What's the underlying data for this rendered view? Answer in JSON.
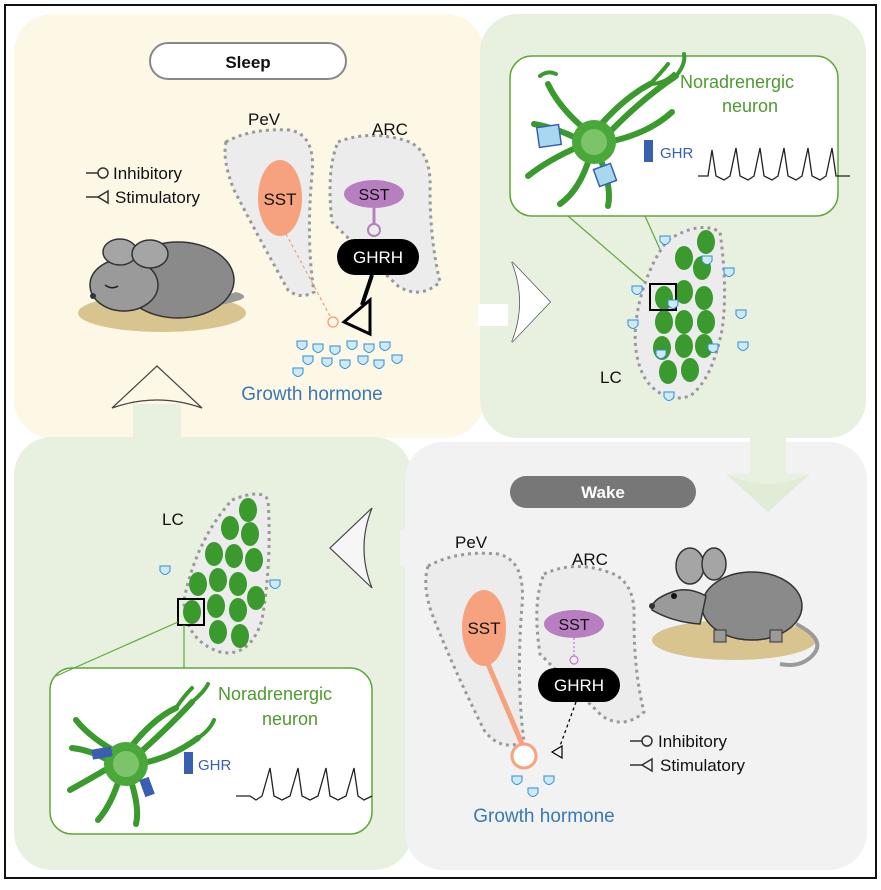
{
  "sleep_panel": {
    "pill_label": "Sleep",
    "pev_label": "PeV",
    "arc_label": "ARC",
    "sst_left": "SST",
    "sst_right": "SST",
    "ghrh": "GHRH",
    "legend_inhibitory": "Inhibitory",
    "legend_stimulatory": "Stimulatory",
    "growth_hormone": "Growth hormone"
  },
  "lc_top_panel": {
    "neuron_title_line1": "Noradrenergic",
    "neuron_title_line2": "neuron",
    "ghr": "GHR",
    "lc_label": "LC"
  },
  "wake_panel": {
    "pill_label": "Wake",
    "pev_label": "PeV",
    "arc_label": "ARC",
    "sst_left": "SST",
    "sst_right": "SST",
    "ghrh": "GHRH",
    "legend_inhibitory": "Inhibitory",
    "legend_stimulatory": "Stimulatory",
    "growth_hormone": "Growth hormone"
  },
  "lc_bottom_panel": {
    "lc_label": "LC",
    "neuron_title_line1": "Noradrenergic",
    "neuron_title_line2": "neuron",
    "ghr": "GHR"
  },
  "colors": {
    "sleep_bg": "#fdf7e6",
    "lc_bg": "#e8f1df",
    "wake_bg": "#f2f2f2",
    "neuron_green": "#3a9a2e",
    "title_green": "#4d9a2e",
    "hormone_blue": "#3a78b5",
    "sst_orange": "#f6a27e",
    "sst_purple": "#b77fbf",
    "receptor_blue": "#3a5fb0"
  }
}
